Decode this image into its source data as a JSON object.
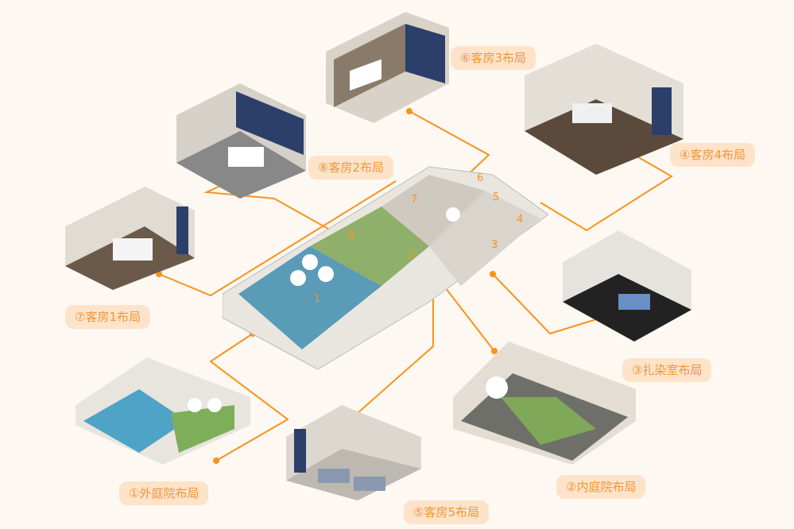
{
  "title": "布局示意",
  "colors": {
    "accent": "#f7931e",
    "label_bg": "#fde3c9",
    "label_text": "#f0963a",
    "background": "#fdf8f1"
  },
  "labels": {
    "courtyard_outer": "①外庭院布局",
    "courtyard_inner": "②内庭院布局",
    "dye_room": "③扎染室布局",
    "guestroom4": "④客房4布局",
    "guestroom5": "⑤客房5布局",
    "guestroom3": "⑥客房3布局",
    "guestroom1": "⑦客房1布局",
    "guestroom2": "⑧客房2布局"
  },
  "plan_markers": [
    "1",
    "2",
    "3",
    "4",
    "5",
    "6",
    "7",
    "8"
  ]
}
